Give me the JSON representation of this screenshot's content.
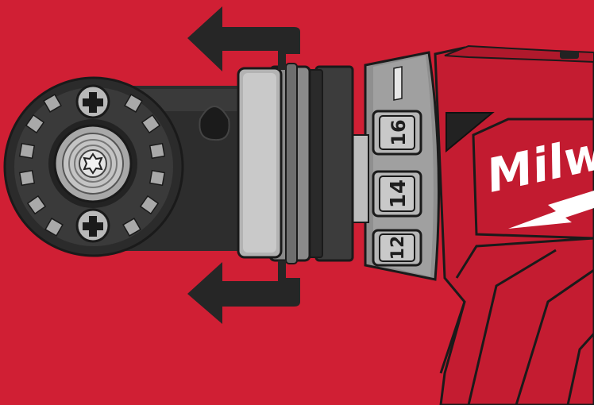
{
  "illustration": {
    "background_color": "#d01f34",
    "tool_body_color": "#c81e33",
    "attachment_color": "#2b2b2b",
    "collar_color": "#9b9b9b",
    "arrow_color": "#262626"
  },
  "brand": {
    "text": "Milw",
    "color": "#ffffff"
  },
  "clutch_dial": {
    "settings": [
      "16",
      "14",
      "12"
    ]
  }
}
